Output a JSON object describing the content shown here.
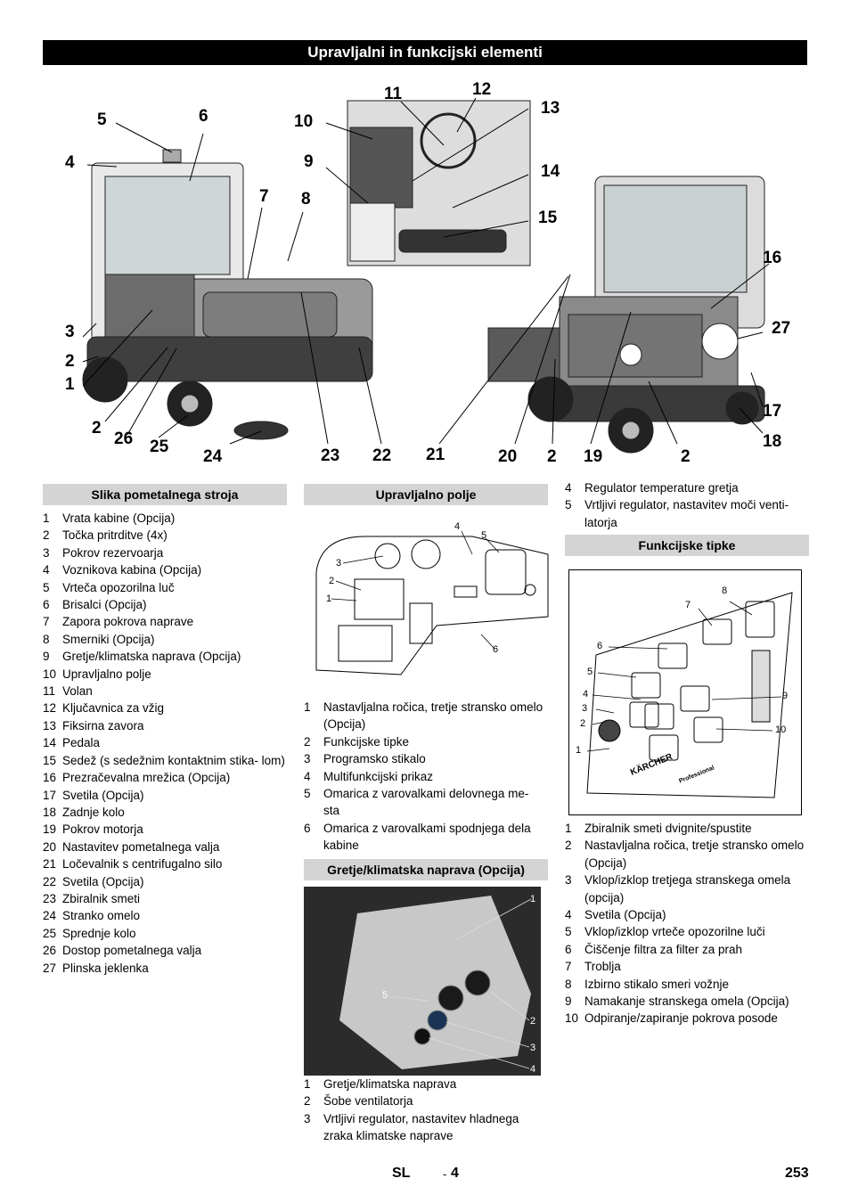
{
  "title": "Upravljalni in funkcijski elementi",
  "main_figure": {
    "callouts": [
      "5",
      "6",
      "4",
      "7",
      "8",
      "3",
      "2",
      "1",
      "2",
      "26",
      "25",
      "24",
      "23",
      "22",
      "21",
      "10",
      "9",
      "11",
      "12",
      "13",
      "14",
      "15",
      "16",
      "27",
      "17",
      "18",
      "20",
      "2",
      "19",
      "2"
    ]
  },
  "section1": {
    "heading": "Slika pometalnega stroja",
    "items": [
      {
        "n": "1",
        "t": "Vrata kabine (Opcija)"
      },
      {
        "n": "2",
        "t": "Točka pritrditve (4x)"
      },
      {
        "n": "3",
        "t": "Pokrov rezervoarja"
      },
      {
        "n": "4",
        "t": "Voznikova kabina (Opcija)"
      },
      {
        "n": "5",
        "t": "Vrteča opozorilna luč"
      },
      {
        "n": "6",
        "t": "Brisalci (Opcija)"
      },
      {
        "n": "7",
        "t": "Zapora pokrova naprave"
      },
      {
        "n": "8",
        "t": "Smerniki (Opcija)"
      },
      {
        "n": "9",
        "t": "Gretje/klimatska naprava (Opcija)"
      },
      {
        "n": "10",
        "t": "Upravljalno polje"
      },
      {
        "n": "11",
        "t": "Volan"
      },
      {
        "n": "12",
        "t": "Ključavnica za vžig"
      },
      {
        "n": "13",
        "t": "Fiksirna zavora"
      },
      {
        "n": "14",
        "t": "Pedala"
      },
      {
        "n": "15",
        "t": "Sedež (s sedežnim kontaktnim stika- lom)"
      },
      {
        "n": "16",
        "t": "Prezračevalna mrežica (Opcija)"
      },
      {
        "n": "17",
        "t": "Svetila (Opcija)"
      },
      {
        "n": "18",
        "t": "Zadnje kolo"
      },
      {
        "n": "19",
        "t": "Pokrov motorja"
      },
      {
        "n": "20",
        "t": "Nastavitev pometalnega valja"
      },
      {
        "n": "21",
        "t": "Ločevalnik s centrifugalno silo"
      },
      {
        "n": "22",
        "t": "Svetila (Opcija)"
      },
      {
        "n": "23",
        "t": "Zbiralnik smeti"
      },
      {
        "n": "24",
        "t": "Stranko omelo"
      },
      {
        "n": "25",
        "t": "Sprednje kolo"
      },
      {
        "n": "26",
        "t": "Dostop pometalnega valja"
      },
      {
        "n": "27",
        "t": "Plinska jeklenka"
      }
    ]
  },
  "section2": {
    "heading": "Upravljalno polje",
    "figure_callouts": [
      "4",
      "5",
      "3",
      "2",
      "1",
      "6"
    ],
    "items": [
      {
        "n": "1",
        "t": "Nastavljalna ročica, tretje stransko omelo (Opcija)"
      },
      {
        "n": "2",
        "t": "Funkcijske tipke"
      },
      {
        "n": "3",
        "t": "Programsko stikalo"
      },
      {
        "n": "4",
        "t": "Multifunkcijski prikaz"
      },
      {
        "n": "5",
        "t": "Omarica z varovalkami delovnega me- sta"
      },
      {
        "n": "6",
        "t": "Omarica z varovalkami spodnjega dela kabine"
      }
    ]
  },
  "section3": {
    "heading": "Gretje/klimatska naprava (Opcija)",
    "figure_callouts": [
      "1",
      "5",
      "2",
      "3",
      "4"
    ],
    "items": [
      {
        "n": "1",
        "t": "Gretje/klimatska naprava"
      },
      {
        "n": "2",
        "t": "Šobe ventilatorja"
      },
      {
        "n": "3",
        "t": "Vrtljivi regulator, nastavitev hladnega zraka klimatske naprave"
      }
    ]
  },
  "section3_cont": {
    "items": [
      {
        "n": "4",
        "t": "Regulator temperature gretja"
      },
      {
        "n": "5",
        "t": "Vrtljivi regulator, nastavitev moči venti- latorja"
      }
    ]
  },
  "section4": {
    "heading": "Funkcijske tipke",
    "figure_callouts": [
      "8",
      "7",
      "6",
      "5",
      "4",
      "3",
      "2",
      "1",
      "9",
      "10"
    ],
    "brand": "KÄRCHER",
    "brand_sub": "Professional",
    "items": [
      {
        "n": "1",
        "t": "Zbiralnik smeti dvignite/spustite"
      },
      {
        "n": "2",
        "t": "Nastavljalna ročica, tretje stransko omelo (Opcija)"
      },
      {
        "n": "3",
        "t": "Vklop/izklop tretjega stranskega omela (opcija)"
      },
      {
        "n": "4",
        "t": "Svetila (Opcija)"
      },
      {
        "n": "5",
        "t": "Vklop/izklop vrteče opozorilne luči"
      },
      {
        "n": "6",
        "t": "Čiščenje filtra za filter za prah"
      },
      {
        "n": "7",
        "t": "Troblja"
      },
      {
        "n": "8",
        "t": "Izbirno stikalo smeri vožnje"
      },
      {
        "n": "9",
        "t": "Namakanje stranskega omela (Opcija)"
      },
      {
        "n": "10",
        "t": "Odpiranje/zapiranje pokrova posode"
      }
    ]
  },
  "footer": {
    "lang": "SL",
    "dash": "-",
    "num": "4",
    "page": "253"
  }
}
